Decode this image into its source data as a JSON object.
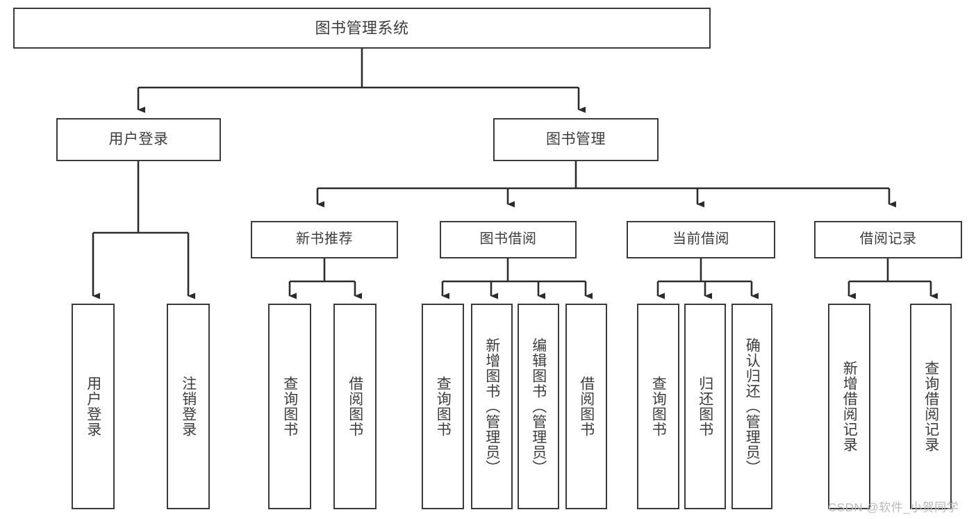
{
  "diagram": {
    "title": "图书管理系统",
    "type": "tree",
    "colors": {
      "box_border": "#3a3a3a",
      "box_fill": "#ffffff",
      "edge": "#2b2b2b",
      "text": "#3c3c3c",
      "watermark": "#b9b9b9"
    },
    "nodes": {
      "root": {
        "label": "图书管理系统"
      },
      "level2": [
        {
          "label": "用户登录"
        },
        {
          "label": "图书管理"
        }
      ],
      "level3": [
        {
          "label": "新书推荐"
        },
        {
          "label": "图书借阅"
        },
        {
          "label": "当前借阅"
        },
        {
          "label": "借阅记录"
        }
      ],
      "leaves": {
        "user_login": [
          {
            "label": "用户登录"
          },
          {
            "label": "注销登录"
          }
        ],
        "new_book_recommend": [
          {
            "label": "查询图书"
          },
          {
            "label": "借阅图书"
          }
        ],
        "book_borrow": [
          {
            "label": "查询图书"
          },
          {
            "label": "新增图书（管理员）"
          },
          {
            "label": "编辑图书（管理员）"
          },
          {
            "label": "借阅图书"
          }
        ],
        "current_borrow": [
          {
            "label": "查询图书"
          },
          {
            "label": "归还图书"
          },
          {
            "label": "确认归还（管理员）"
          }
        ],
        "borrow_record": [
          {
            "label": "新增借阅记录"
          },
          {
            "label": "查询借阅记录"
          }
        ]
      }
    },
    "watermark": "CSDN @软件_小贺同学"
  }
}
